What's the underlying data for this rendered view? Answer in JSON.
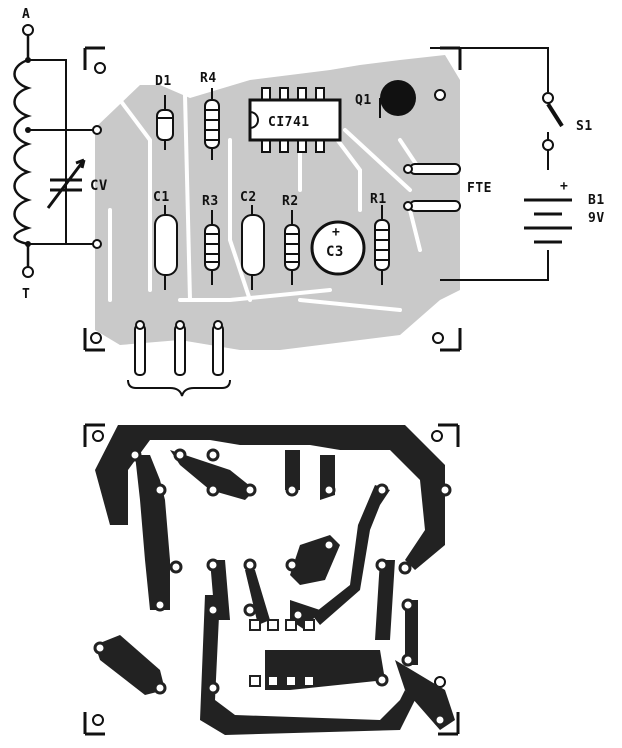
{
  "colors": {
    "ink": "#111111",
    "board_fill": "#c9c9c9",
    "copper": "#222222",
    "paper": "#ffffff"
  },
  "labels": {
    "antenna": "A",
    "ground": "T",
    "variable_capacitor": "CV",
    "diode": "D1",
    "r4": "R4",
    "ic": "CI741",
    "transistor": "Q1",
    "switch": "S1",
    "speaker": "FTE",
    "battery_plus": "+",
    "battery": "B1",
    "battery_voltage": "9V",
    "c1": "C1",
    "r3": "R3",
    "c2": "C2",
    "r2": "R2",
    "r1": "R1",
    "c3": "C3",
    "c3_plus": "+"
  }
}
